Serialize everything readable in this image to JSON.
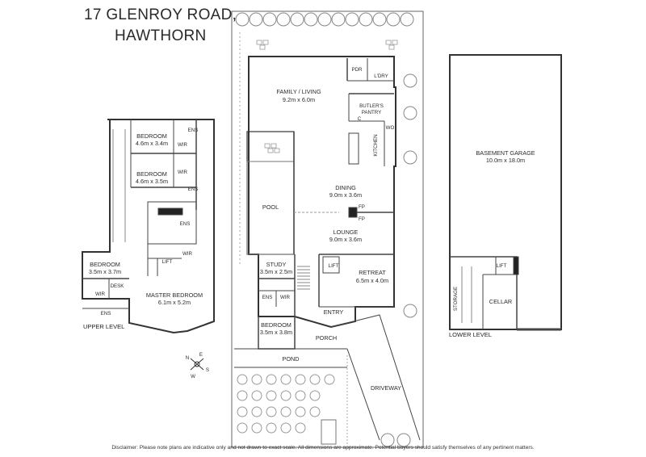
{
  "title": {
    "line1": "17 GLENROY ROAD,",
    "line2": "HAWTHORN"
  },
  "rooms": {
    "family": {
      "name": "FAMILY / LIVING",
      "dim": "9.2m x 6.0m"
    },
    "dining": {
      "name": "DINING",
      "dim": "9.0m x 3.6m"
    },
    "lounge": {
      "name": "LOUNGE",
      "dim": "9.0m x 3.6m"
    },
    "retreat": {
      "name": "RETREAT",
      "dim": "6.5m x 4.0m"
    },
    "study": {
      "name": "STUDY",
      "dim": "3.5m x 2.5m"
    },
    "bedroom_ground": {
      "name": "BEDROOM",
      "dim": "3.5m x 3.8m"
    },
    "bedroom1": {
      "name": "BEDROOM",
      "dim": "4.6m x 3.4m"
    },
    "bedroom2": {
      "name": "BEDROOM",
      "dim": "4.6m x 3.5m"
    },
    "bedroom3": {
      "name": "BEDROOM",
      "dim": "3.5m x 3.7m"
    },
    "master": {
      "name": "MASTER BEDROOM",
      "dim": "6.1m x 5.2m"
    },
    "garage": {
      "name": "BASEMENT GARAGE",
      "dim": "10.0m x 18.0m"
    }
  },
  "labels": {
    "pdr": "PDR",
    "ldry": "L'DRY",
    "butler1": "BUTLER'S",
    "butler2": "PANTRY",
    "c": "C",
    "wo": "WO",
    "kitchen": "KITCHEN",
    "fp": "FP",
    "pool": "POOL",
    "lift": "LIFT",
    "entry": "ENTRY",
    "porch": "PORCH",
    "pond": "POND",
    "driveway": "DRIVEWAY",
    "ens": "ENS",
    "wir": "WIR",
    "desk": "DESK",
    "storage": "STORAGE",
    "cellar": "CELLAR"
  },
  "levels": {
    "upper": "UPPER LEVEL",
    "lower": "LOWER LEVEL"
  },
  "compass": {
    "n": "N",
    "e": "E",
    "s": "S",
    "w": "W"
  },
  "disclaimer": "Disclaimer: Please note plans are indicative only and not drawn to exact scale. All dimensions are approximate. Potential buyers should satisfy themselves of any pertinent matters."
}
